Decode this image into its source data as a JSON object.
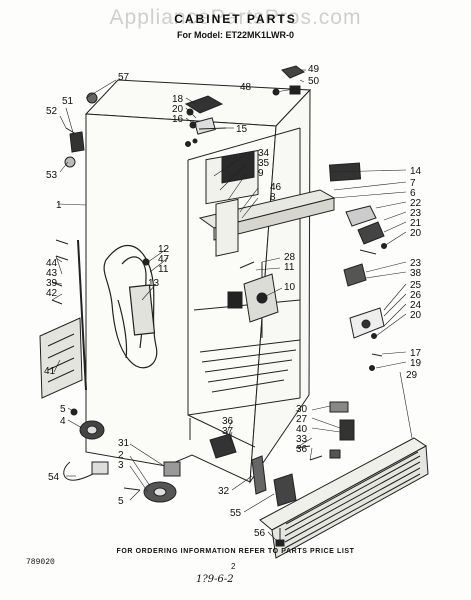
{
  "watermark": "AppliancePartsPros.com",
  "title": "CABINET PARTS",
  "subtitle": "For Model: ET22MK1LWR-0",
  "footer_note": "FOR ORDERING INFORMATION REFER TO PARTS PRICE LIST",
  "doc_number": "789020",
  "page_number": "2",
  "handwritten_note": "1?9-6-2",
  "callouts": {
    "c1": "1",
    "c2": "2",
    "c3": "3",
    "c4": "4",
    "c5a": "5",
    "c5b": "5",
    "c6": "6",
    "c7": "7",
    "c8": "8",
    "c9": "9",
    "c10": "10",
    "c11a": "11",
    "c11b": "11",
    "c12": "12",
    "c13": "13",
    "c14": "14",
    "c15": "15",
    "c16": "16",
    "c17": "17",
    "c18": "18",
    "c19": "19",
    "c20a": "20",
    "c20b": "20",
    "c20c": "20",
    "c21": "21",
    "c22": "22",
    "c23a": "23",
    "c23b": "23",
    "c24": "24",
    "c25": "25",
    "c26": "26",
    "c27": "27",
    "c28": "28",
    "c29": "29",
    "c30": "30",
    "c31": "31",
    "c32": "32",
    "c33": "33",
    "c34": "34",
    "c35": "35",
    "c36a": "36",
    "c36b": "36",
    "c37": "37",
    "c38": "38",
    "c39": "39",
    "c40": "40",
    "c41": "41",
    "c42": "42",
    "c43": "43",
    "c44": "44",
    "c46": "46",
    "c47": "47",
    "c48": "48",
    "c49": "49",
    "c50": "50",
    "c51": "51",
    "c52": "52",
    "c53": "53",
    "c54": "54",
    "c55": "55",
    "c56": "56",
    "c57": "57"
  }
}
